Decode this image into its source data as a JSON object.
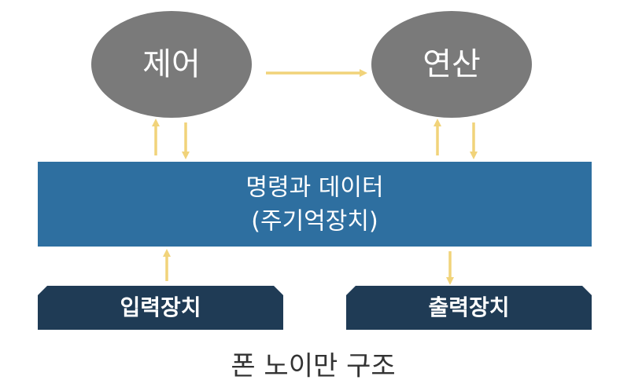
{
  "diagram": {
    "control_label": "제어",
    "alu_label": "연산",
    "memory_line1": "명령과 데이터",
    "memory_line2": "(주기억장치)",
    "input_label": "입력장치",
    "output_label": "출력장치",
    "caption": "폰 노이만 구조"
  },
  "colors": {
    "ellipse_fill": "#7a7a7a",
    "memory_fill": "#2e6fa0",
    "io_fill": "#1f3b55",
    "arrow": "#f1d37a",
    "caption_text": "#333333"
  }
}
